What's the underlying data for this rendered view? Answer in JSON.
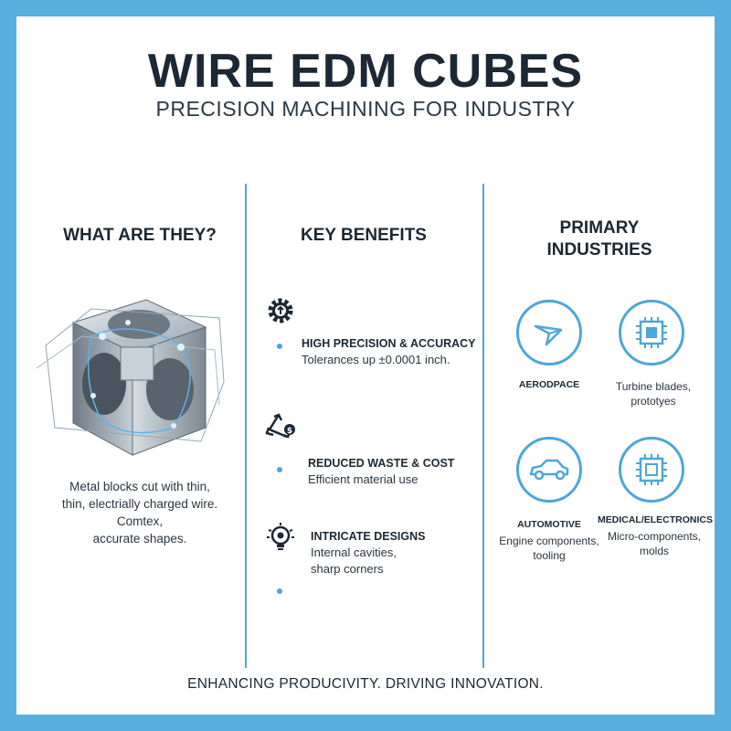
{
  "header": {
    "title": "WIRE EDM CUBES",
    "subtitle": "PRECISION MACHINING FOR INDUSTRY"
  },
  "columns": {
    "what": {
      "heading": "WHAT ARE THEY?",
      "description_lines": [
        "Metal blocks cut with thin,",
        "thin, electrially charged wire.",
        "Comtex,",
        "accurate shapes."
      ]
    },
    "benefits": {
      "heading": "KEY BENEFITS",
      "items": [
        {
          "title": "HIGH PRECISION & ACCURACY",
          "text_lines": [
            "Tolerances up ±0.0001 inch."
          ],
          "icon": "gear-arrow-icon"
        },
        {
          "title": "REDUCED WASTE & COST",
          "text_lines": [
            "Efficient material use"
          ],
          "icon": "recycle-dollar-icon"
        },
        {
          "title": "INTRICATE DESIGNS",
          "text_lines": [
            "Internal cavities,",
            "sharp corners"
          ],
          "icon": "lightbulb-gear-icon"
        }
      ]
    },
    "industries": {
      "heading_lines": [
        "PRIMARY",
        "INDUSTRIES"
      ],
      "items": [
        {
          "name": "AERODPACE",
          "text_lines": [],
          "icon": "plane-icon"
        },
        {
          "name": "",
          "text_lines": [
            "Turbine blades,",
            "prototyes"
          ],
          "icon": "chip-icon"
        },
        {
          "name": "AUTOMOTIVE",
          "text_lines": [
            "Engine components,",
            "tooling"
          ],
          "icon": "car-icon"
        },
        {
          "name": "MEDICAL/ELECTRONICS",
          "text_lines": [
            "Micro-components,",
            "molds"
          ],
          "icon": "chip-icon"
        }
      ]
    }
  },
  "footer": "ENHANCING PRODUCIVITY. DRIVING INNOVATION.",
  "colors": {
    "accent": "#4ea6d9",
    "frame": "#5aaede",
    "text": "#1c2833"
  }
}
